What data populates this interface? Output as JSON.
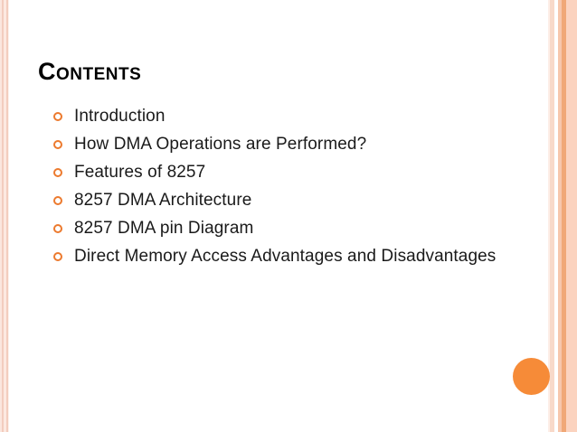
{
  "slide": {
    "title": "Contents",
    "background_color": "#ffffff",
    "accent_color": "#f68b38",
    "bullet_color": "#ec7a2e",
    "text_color": "#1a1a1a",
    "items": [
      {
        "label": "Introduction"
      },
      {
        "label": "How DMA Operations are Performed?"
      },
      {
        "label": "Features of 8257"
      },
      {
        "label": "8257 DMA Architecture"
      },
      {
        "label": "8257 DMA pin Diagram"
      },
      {
        "label": "Direct Memory Access Advantages and Disadvantages"
      }
    ]
  },
  "decoration": {
    "left_border_name": "left-pinstripe-border",
    "right_border_name": "right-pinstripe-border",
    "accent_shape_name": "orange-circle-accent"
  }
}
